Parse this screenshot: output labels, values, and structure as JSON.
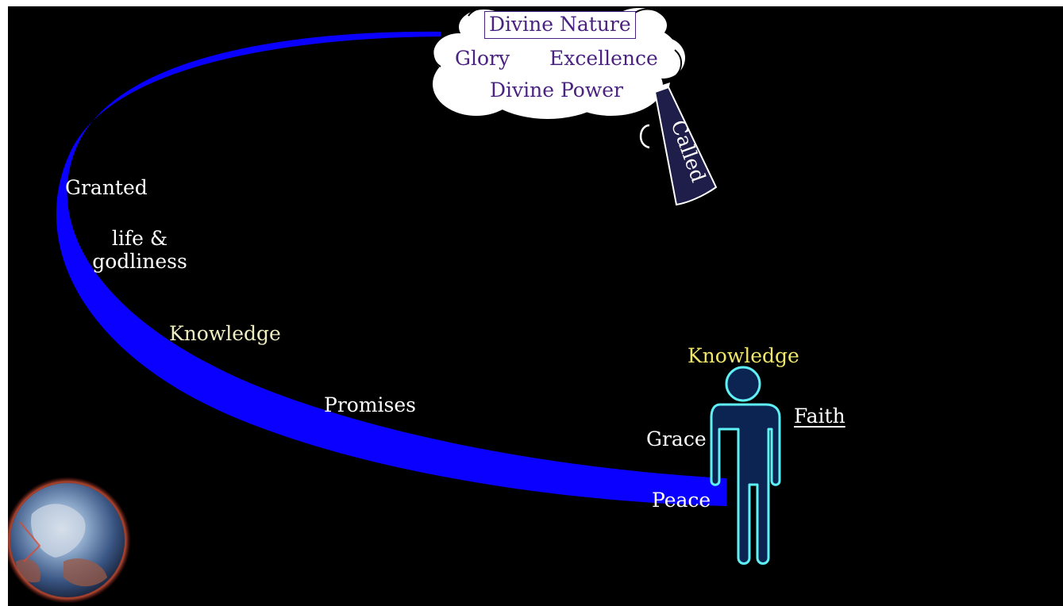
{
  "cloud": {
    "title": "Divine Nature",
    "left_attribute": "Glory",
    "right_attribute": "Excellence",
    "bottom_attribute": "Divine Power"
  },
  "megaphone": {
    "label": "Called"
  },
  "ribbon": {
    "labels": {
      "granted": "Granted",
      "life_line1": "life &",
      "life_line2": "godliness",
      "knowledge": "Knowledge",
      "promises": "Promises",
      "grace": "Grace",
      "peace": "Peace"
    }
  },
  "person": {
    "head_label": "Knowledge",
    "side_label": "Faith"
  },
  "colors": {
    "background": "#000000",
    "ribbon": "#0a00ff",
    "person_fill": "#0b2452",
    "person_outline": "#5ff0f6",
    "cloud": "#ffffff",
    "cloud_text": "#4a2380",
    "megaphone": "#1f1d49",
    "accent_yellow": "#f1e86b"
  },
  "icons": [
    "cloud-icon",
    "megaphone-icon",
    "person-icon",
    "earth-icon"
  ]
}
